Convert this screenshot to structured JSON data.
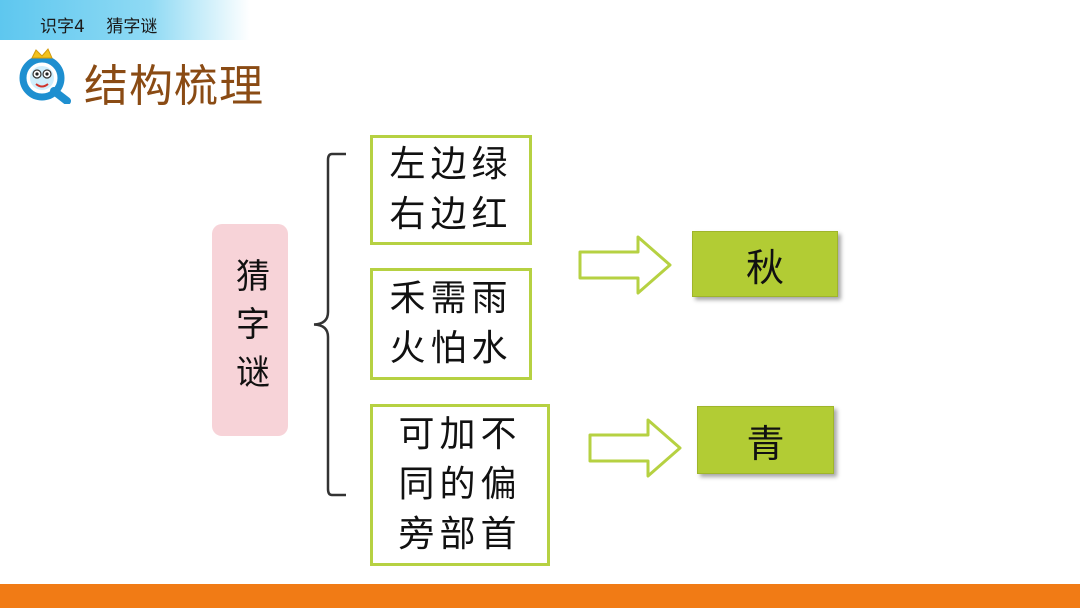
{
  "header": {
    "lesson": "识字4    猜字谜"
  },
  "section_title": "结构梳理",
  "topic": "猜字谜",
  "riddles": [
    {
      "text": "左边绿\n右边红"
    },
    {
      "text": "禾需雨\n火怕水"
    },
    {
      "text": "可加不\n同的偏\n旁部首"
    }
  ],
  "answers": [
    "秋",
    "青"
  ],
  "colors": {
    "header_bar": "#5ec7ef",
    "title": "#8a4b14",
    "topic_bg": "#f7d3d8",
    "riddle_border": "#b6d142",
    "answer_bg": "#b2cc34",
    "arrow_stroke": "#b6d142",
    "footer_bar": "#f17b15"
  },
  "icons": {
    "logo": "magnifier-mascot-icon",
    "arrow": "right-arrow-icon"
  }
}
